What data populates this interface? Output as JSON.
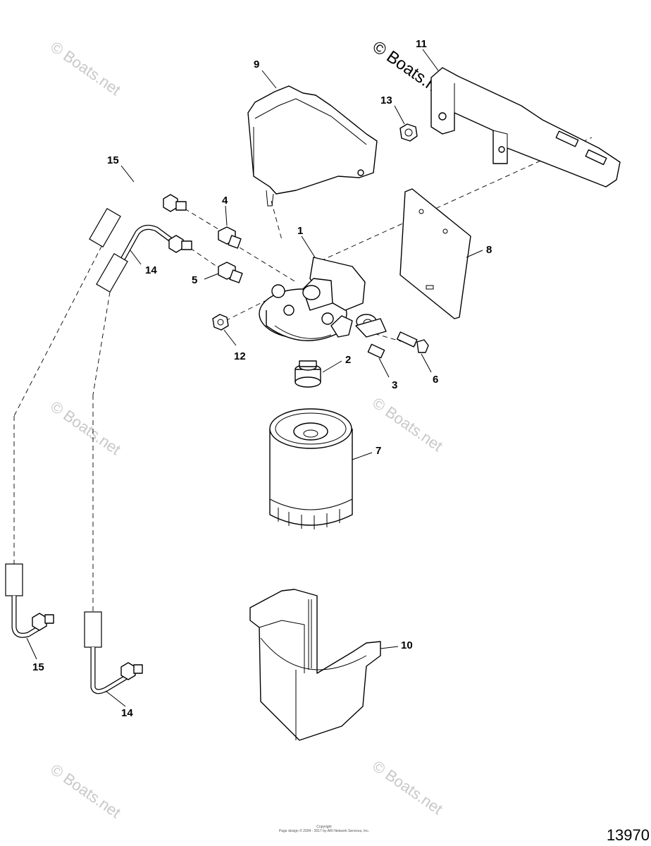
{
  "diagram": {
    "callouts": {
      "c1": "1",
      "c2": "2",
      "c3": "3",
      "c4": "4",
      "c5": "5",
      "c6": "6",
      "c7": "7",
      "c8": "8",
      "c9": "9",
      "c10": "10",
      "c11": "11",
      "c12": "12",
      "c13": "13",
      "c14a": "14",
      "c14b": "14",
      "c15a": "15",
      "c15b": "15"
    },
    "watermarks": {
      "top_right": "© Boats.net",
      "faded": "© Boats.net"
    },
    "copyright_line1": "Copyright",
    "copyright_line2": "Page design © 2004 - 2017 by ARI Network Services, Inc.",
    "drawing_number": "13970"
  }
}
